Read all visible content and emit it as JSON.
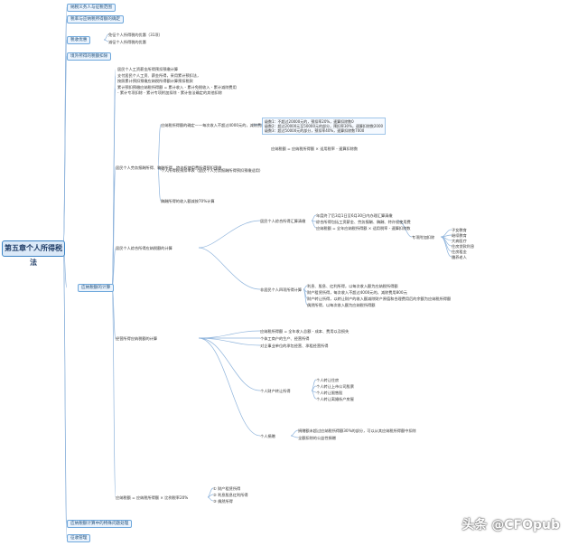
{
  "title": "第五章个人所得税法",
  "branches": {
    "b1": "纳税义务人与征税范围",
    "b2": "税率与应纳税所得额的确定",
    "b3": "税收优惠",
    "b4": "境外所得的税额扣除",
    "b5": "应纳税额的计算",
    "b6": "应纳税额计算中的特殊问题处理",
    "b7": "征收管理"
  },
  "b3_items": [
    "免征个人所得税的优惠（31项）",
    "减征个人所得税的优惠"
  ],
  "calc": {
    "intro": "居民个人工资薪金所得预扣预缴计算",
    "intro_lines": [
      "支付居民个人工资、薪金所得，采用累计预扣法，",
      "按照累计预扣预缴应纳税所得额计算预扣税款",
      "累计预扣预缴应纳税所得额 = 累计收入 - 累计免税收入 - 累计减除费用",
      "- 累计专项扣除 - 累计专项附加扣除 - 累计依法确定的其他扣除"
    ],
    "labor": {
      "label": "居民个人劳务报酬所得、稿酬所得、特许权使用费所得预扣预缴",
      "sub1": "应纳税所得额的确定——每次收入不超过4000元的，减除费用按800元计算；每次收入4000元以上的，减除费用按20%计算",
      "sub2": "个人所得税预扣率表（居民个人劳务报酬所得预扣预缴适用）",
      "sub3": "稿酬所得的收入额减按70%计算",
      "rate_rows": [
        "级数1：不超过20000元的，预扣率20%，速算扣除数0",
        "级数2：超过20000元至50000元的部分，预扣率30%，速算扣除数2000",
        "级数3：超过50000元的部分，预扣率40%，速算扣除数7000"
      ],
      "formula": "应纳税额 = 应纳税所得额 × 适用税率 - 速算扣除数"
    },
    "residents": "居民个人综合所得应纳税额的计算",
    "annual": {
      "label": "居民个人综合所得汇算清缴",
      "items": [
        "年度终了后3月1日至6月30日内办理汇算清缴",
        "综合所得包括工资薪金、劳务报酬、稿酬、特许权使用费",
        "应纳税额 = 全年应纳税所得额 × 适用税率 - 速算扣除数"
      ]
    },
    "special": {
      "label": "专项附加扣除",
      "items": [
        "子女教育",
        "继续教育",
        "大病医疗",
        "住房贷款利息",
        "住房租金",
        "赡养老人"
      ]
    },
    "other_income": "非居民个人四项所得计算",
    "other_lines": [
      "利息、股息、红利所得，以每次收入额为应纳税所得额",
      "财产租赁所得，每次收入不超过4000元的，减除费用800元",
      "财产转让所得，以转让财产的收入额减除财产原值和合理费用后的余额为应纳税所得额",
      "偶然所得，以每次收入额为应纳税所得额"
    ],
    "business": {
      "label": "经营所得应纳税额的计算",
      "items": [
        "应纳税所得额 = 全年收入总额 - 成本、费用以及损失",
        "个体工商户的生产、经营所得",
        "对企事业单位的承包经营、承租经营所得"
      ]
    },
    "property": {
      "label": "个人财产转让所得",
      "items": [
        "个人转让住房",
        "个人转让上市公司股票",
        "个人转让限售股",
        "个人转让离婚析产房屋"
      ]
    },
    "gift": {
      "label": "个人捐赠",
      "items": [
        "捐赠额未超过应纳税所得额30%的部分，可以从其应纳税所得额中扣除",
        "全额扣除的公益性捐赠"
      ]
    },
    "bottom": [
      "① 财产租赁所得",
      "② 利息股息红利所得",
      "③ 偶然所得"
    ],
    "bottom_note": "应纳税额 = 应纳税所得额 × 比例税率20%"
  },
  "watermark": "头条 @CFOpub"
}
